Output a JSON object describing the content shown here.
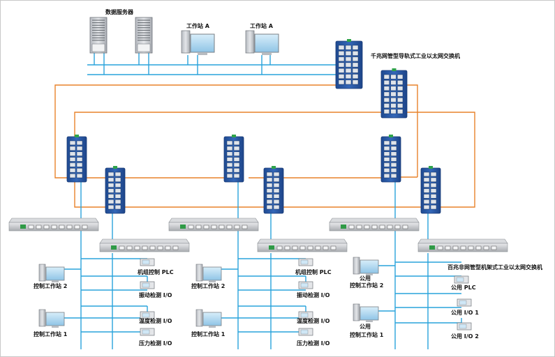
{
  "labels": {
    "data_server": "数据服务器",
    "workstation_a1": "工作站 A",
    "workstation_a2": "工作站 A",
    "gigabit_switch": "千兆网管型导轨式工业以太网交换机",
    "rack_switch": "百兆非网管型机架式工业以太网交换机"
  },
  "groups": [
    {
      "station_top": [
        "控制工作站 2"
      ],
      "station_bottom": [
        "控制工作站 1"
      ],
      "devices": [
        "机组控制 PLC",
        "振动检测 I/O",
        "温度检测 I/O",
        "压力检测 I/O"
      ]
    },
    {
      "station_top": [
        "控制工作站 2"
      ],
      "station_bottom": [
        "控制工作站 1"
      ],
      "devices": [
        "机组控制 PLC",
        "振动检测 I/O",
        "温度检测 I/O",
        "压力检测 I/O"
      ]
    },
    {
      "station_top": [
        "公用",
        "控制工作站 2"
      ],
      "station_bottom": [
        "公用",
        "控制工作站 1"
      ],
      "devices": [
        "公用 PLC",
        "公用 I/O 1",
        "公用 I/O 2"
      ]
    }
  ],
  "colors": {
    "ethernet": "#29a3dc",
    "fiber_ring": "#e8822a",
    "switch_body": "#2b5aa6"
  }
}
